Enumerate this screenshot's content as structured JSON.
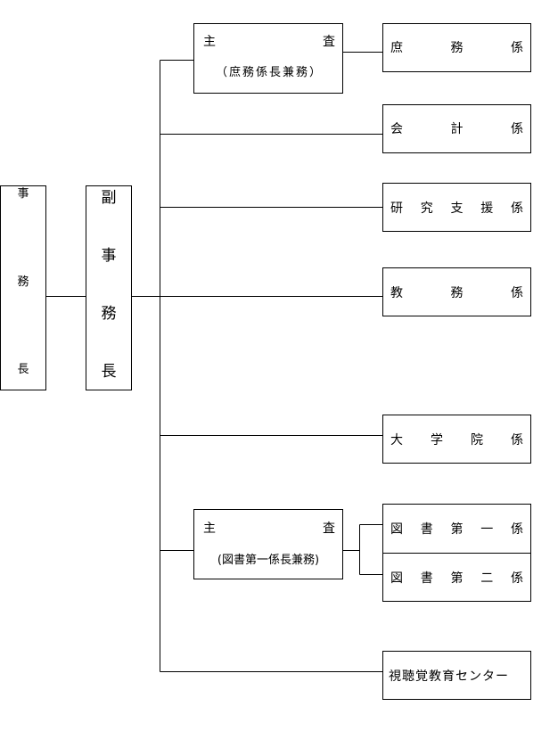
{
  "director": {
    "chars": [
      "事",
      "務",
      "長"
    ]
  },
  "deputy": {
    "chars": [
      "副",
      "事",
      "務",
      "長"
    ]
  },
  "chief1": {
    "title_chars": [
      "主",
      "査"
    ],
    "note": "（庶務係長兼務）"
  },
  "chief2": {
    "title_chars": [
      "主",
      "査"
    ],
    "note": "(図書第一係長兼務)"
  },
  "sections": {
    "general_affairs": [
      "庶",
      "務",
      "係"
    ],
    "accounting": [
      "会",
      "計",
      "係"
    ],
    "research_support": [
      "研",
      "究",
      "支",
      "援",
      "係"
    ],
    "academic_affairs": [
      "教",
      "務",
      "係"
    ],
    "graduate_school": [
      "大",
      "学",
      "院",
      "係"
    ],
    "library_1": [
      "図",
      "書",
      "第",
      "一",
      "係"
    ],
    "library_2": [
      "図",
      "書",
      "第",
      "二",
      "係"
    ],
    "av_center": "視聴覚教育センター"
  }
}
